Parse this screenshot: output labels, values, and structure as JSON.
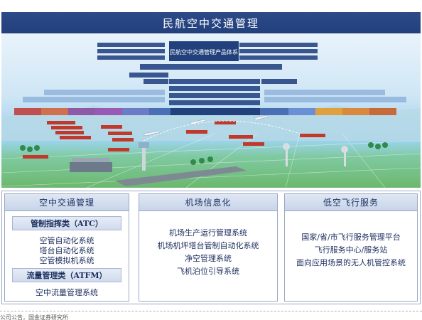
{
  "title": "民航空中交通管理",
  "illustration": {
    "product_system_label": "民航空中交通管理产品体系",
    "ribbon_labels": [
      "",
      "",
      "",
      "",
      "",
      "",
      "",
      "",
      "",
      "",
      "",
      "",
      "",
      ""
    ],
    "sky_color": "#cfe6f5",
    "ground_color": "#6cb86e",
    "bar_color": "#2c4a88"
  },
  "panels": {
    "atc": {
      "header": "空中交通管理",
      "group1_header": "管制指挥类（ATC）",
      "group1_items": [
        "空管自动化系统",
        "塔台自动化系统",
        "空管模拟机系统"
      ],
      "group2_header": "流量管理类（ATFM）",
      "group2_items": [
        "空中流量管理系统"
      ]
    },
    "airport": {
      "header": "机场信息化",
      "items": [
        "机场生产运行管理系统",
        "机场机坪塔台管制自动化系统",
        "净空管理系统",
        "飞机泊位引导系统"
      ]
    },
    "low_altitude": {
      "header": "低空飞行服务",
      "items": [
        "国家/省/市飞行服务管理平台",
        "飞行服务中心/服务站",
        "面向应用场景的无人机管控系统"
      ]
    }
  },
  "source_text": "公司公告，国金证券研究所"
}
